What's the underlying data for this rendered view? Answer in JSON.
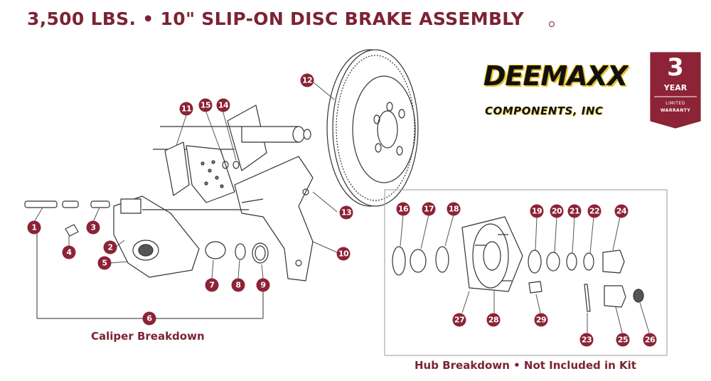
{
  "title": "3,500 LBS. • 10\" SLIP-ON DISC BRAKE ASSEMBLY",
  "caliper_label": "Caliper Breakdown",
  "hub_label": "Hub Breakdown • Not Included in Kit",
  "brand": {
    "name": "DEEMAXX",
    "subtitle": "COMPONENTS, INC"
  },
  "warranty": {
    "number": "3",
    "year": "YEAR",
    "line1": "LIMITED",
    "line2": "WARRANTY"
  },
  "colors": {
    "accent": "#8c2336",
    "title": "#7c2333",
    "brand_yellow": "#e8c020"
  },
  "callouts": [
    "1",
    "2",
    "3",
    "4",
    "5",
    "6",
    "7",
    "8",
    "9",
    "10",
    "11",
    "12",
    "13",
    "14",
    "15",
    "16",
    "17",
    "18",
    "19",
    "20",
    "21",
    "22",
    "23",
    "24",
    "25",
    "26",
    "27",
    "28",
    "29"
  ]
}
